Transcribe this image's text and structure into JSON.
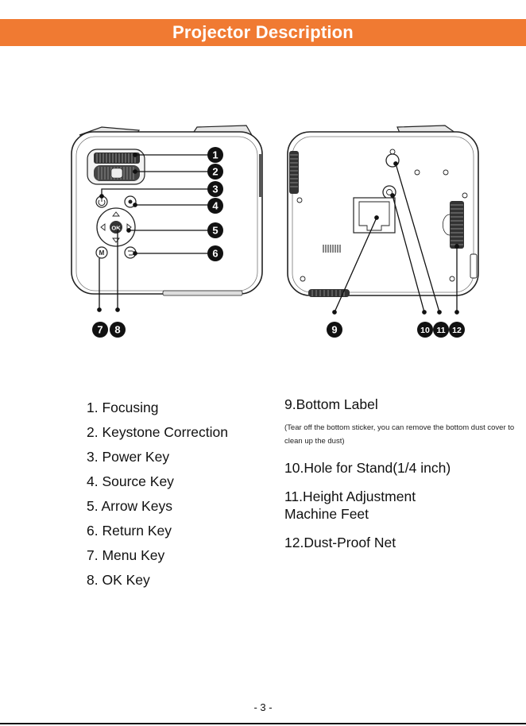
{
  "header": {
    "title": "Projector Description"
  },
  "callouts": {
    "top_view": [
      "1",
      "2",
      "3",
      "4",
      "5",
      "6",
      "7",
      "8"
    ],
    "bottom_view": [
      "9",
      "10",
      "11",
      "12"
    ]
  },
  "device_labels": {
    "ok_key": "OK",
    "menu_key": "M"
  },
  "parts_left": [
    "1. Focusing",
    "2. Keystone Correction",
    "3. Power Key",
    "4. Source Key",
    "5. Arrow Keys",
    "6. Return Key",
    "7. Menu Key",
    "8. OK Key"
  ],
  "parts_right": {
    "item9": "9.Bottom Label",
    "item9_note": "(Tear off the bottom sticker, you can remove the bottom dust cover to clean up the dust)",
    "item10": "10.Hole for Stand(1/4 inch)",
    "item11_line1": "11.Height Adjustment",
    "item11_line2": "Machine Feet",
    "item12": "12.Dust-Proof Net"
  },
  "footer": {
    "page_number": "- 3 -"
  },
  "colors": {
    "header_bg": "#f07a32",
    "header_text": "#ffffff",
    "callout_bg": "#111111"
  }
}
